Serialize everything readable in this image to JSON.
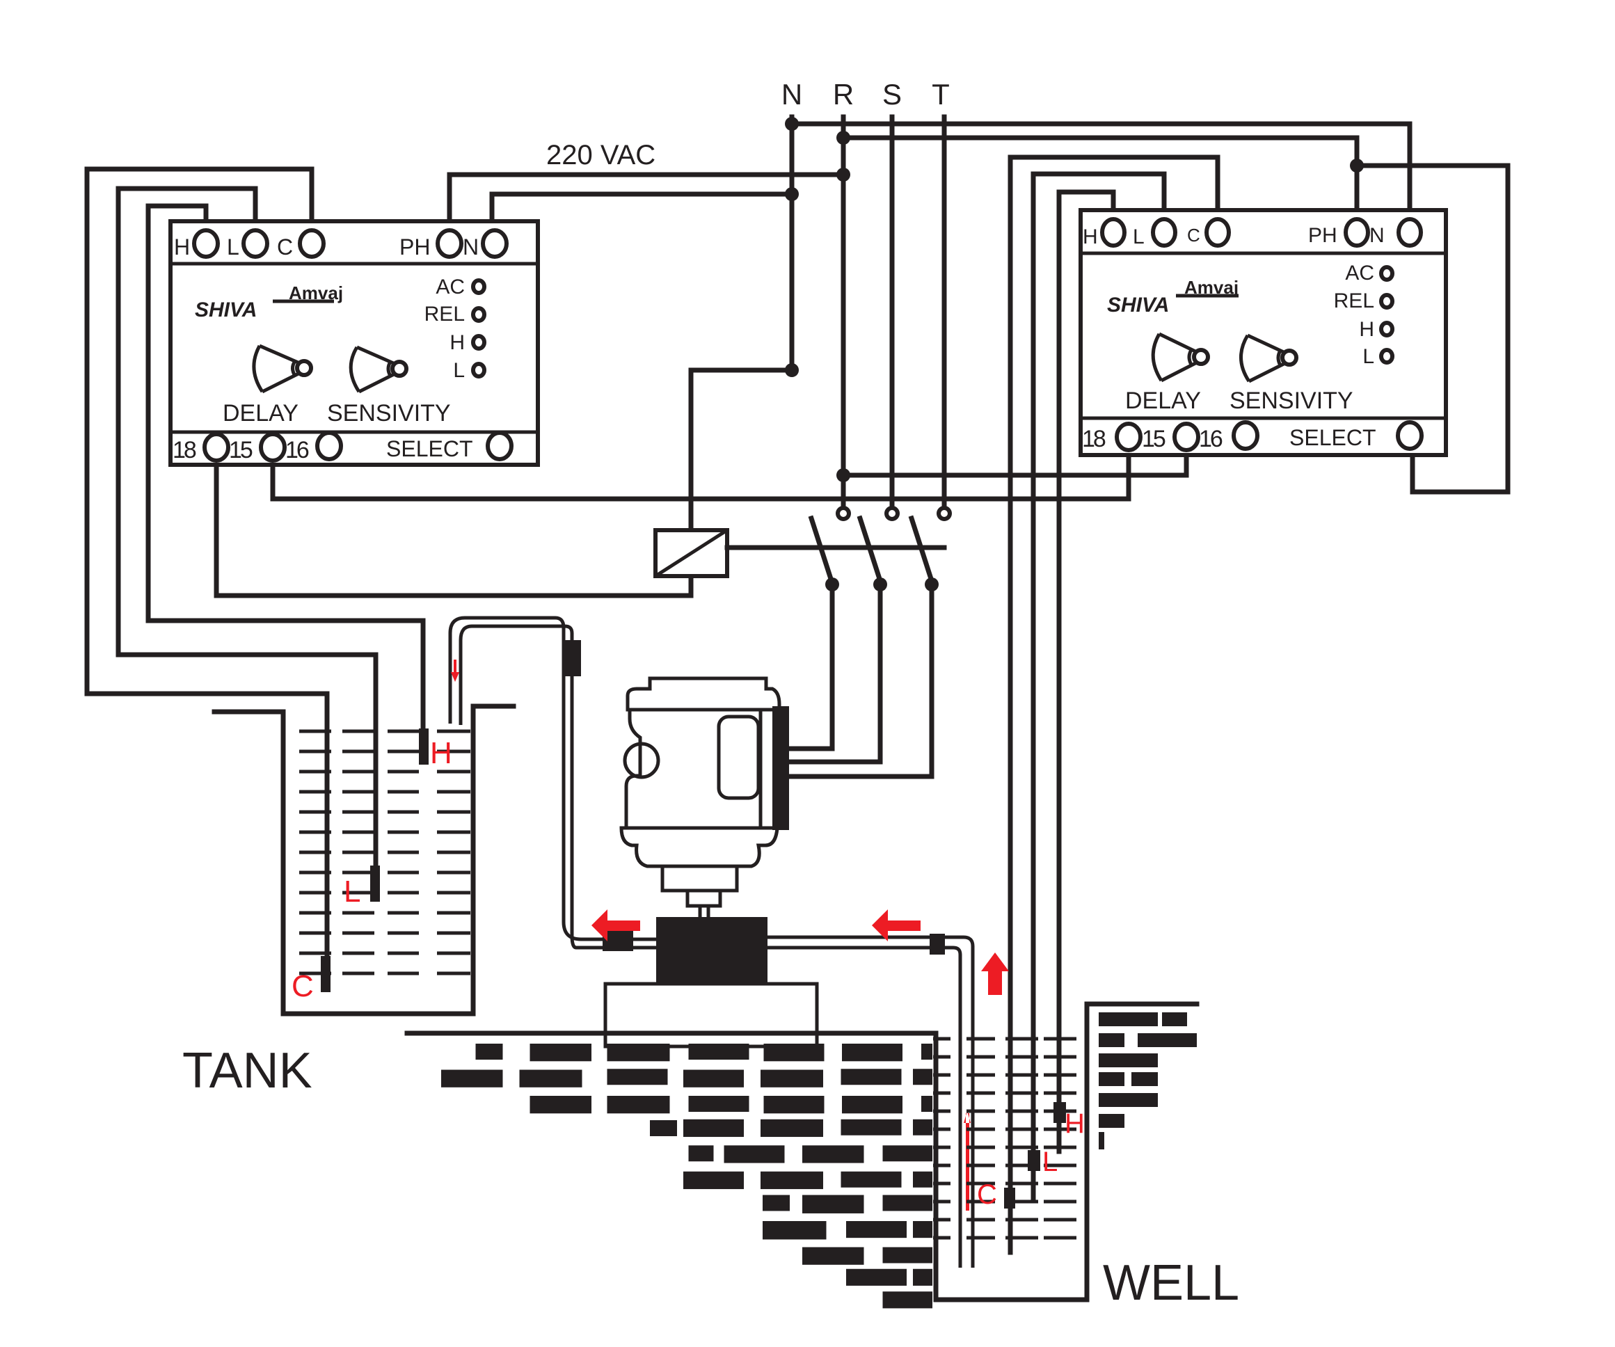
{
  "phases": {
    "labels": [
      "N",
      "R",
      "S",
      "T"
    ]
  },
  "supply_label": "220 VAC",
  "controllers": [
    {
      "id": "tank-controller",
      "brand_main": "SHIVA",
      "brand_sub": "Amvaj",
      "top_terminals": [
        "H",
        "L",
        "C"
      ],
      "power_terminals": [
        "PH",
        "N"
      ],
      "indicators": [
        "AC",
        "REL",
        "H",
        "L"
      ],
      "knobs": [
        "DELAY",
        "SENSIVITY"
      ],
      "bottom_terminals": [
        "18",
        "15",
        "16"
      ],
      "select_label": "SELECT"
    },
    {
      "id": "well-controller",
      "brand_main": "SHIVA",
      "brand_sub": "Amvaj",
      "top_terminals": [
        "H",
        "L",
        "C"
      ],
      "power_terminals": [
        "PH",
        "N"
      ],
      "indicators": [
        "AC",
        "REL",
        "H",
        "L"
      ],
      "knobs": [
        "DELAY",
        "SENSIVITY"
      ],
      "bottom_terminals": [
        "18",
        "15",
        "16"
      ],
      "select_label": "SELECT"
    }
  ],
  "tank": {
    "label": "TANK",
    "probes": [
      "H",
      "L",
      "C"
    ]
  },
  "well": {
    "label": "WELL",
    "probes": [
      "H",
      "L",
      "C"
    ]
  },
  "colors": {
    "line": "#231f20",
    "flow_arrow": "#ed1c24",
    "probe_label": "#ed1c24"
  }
}
